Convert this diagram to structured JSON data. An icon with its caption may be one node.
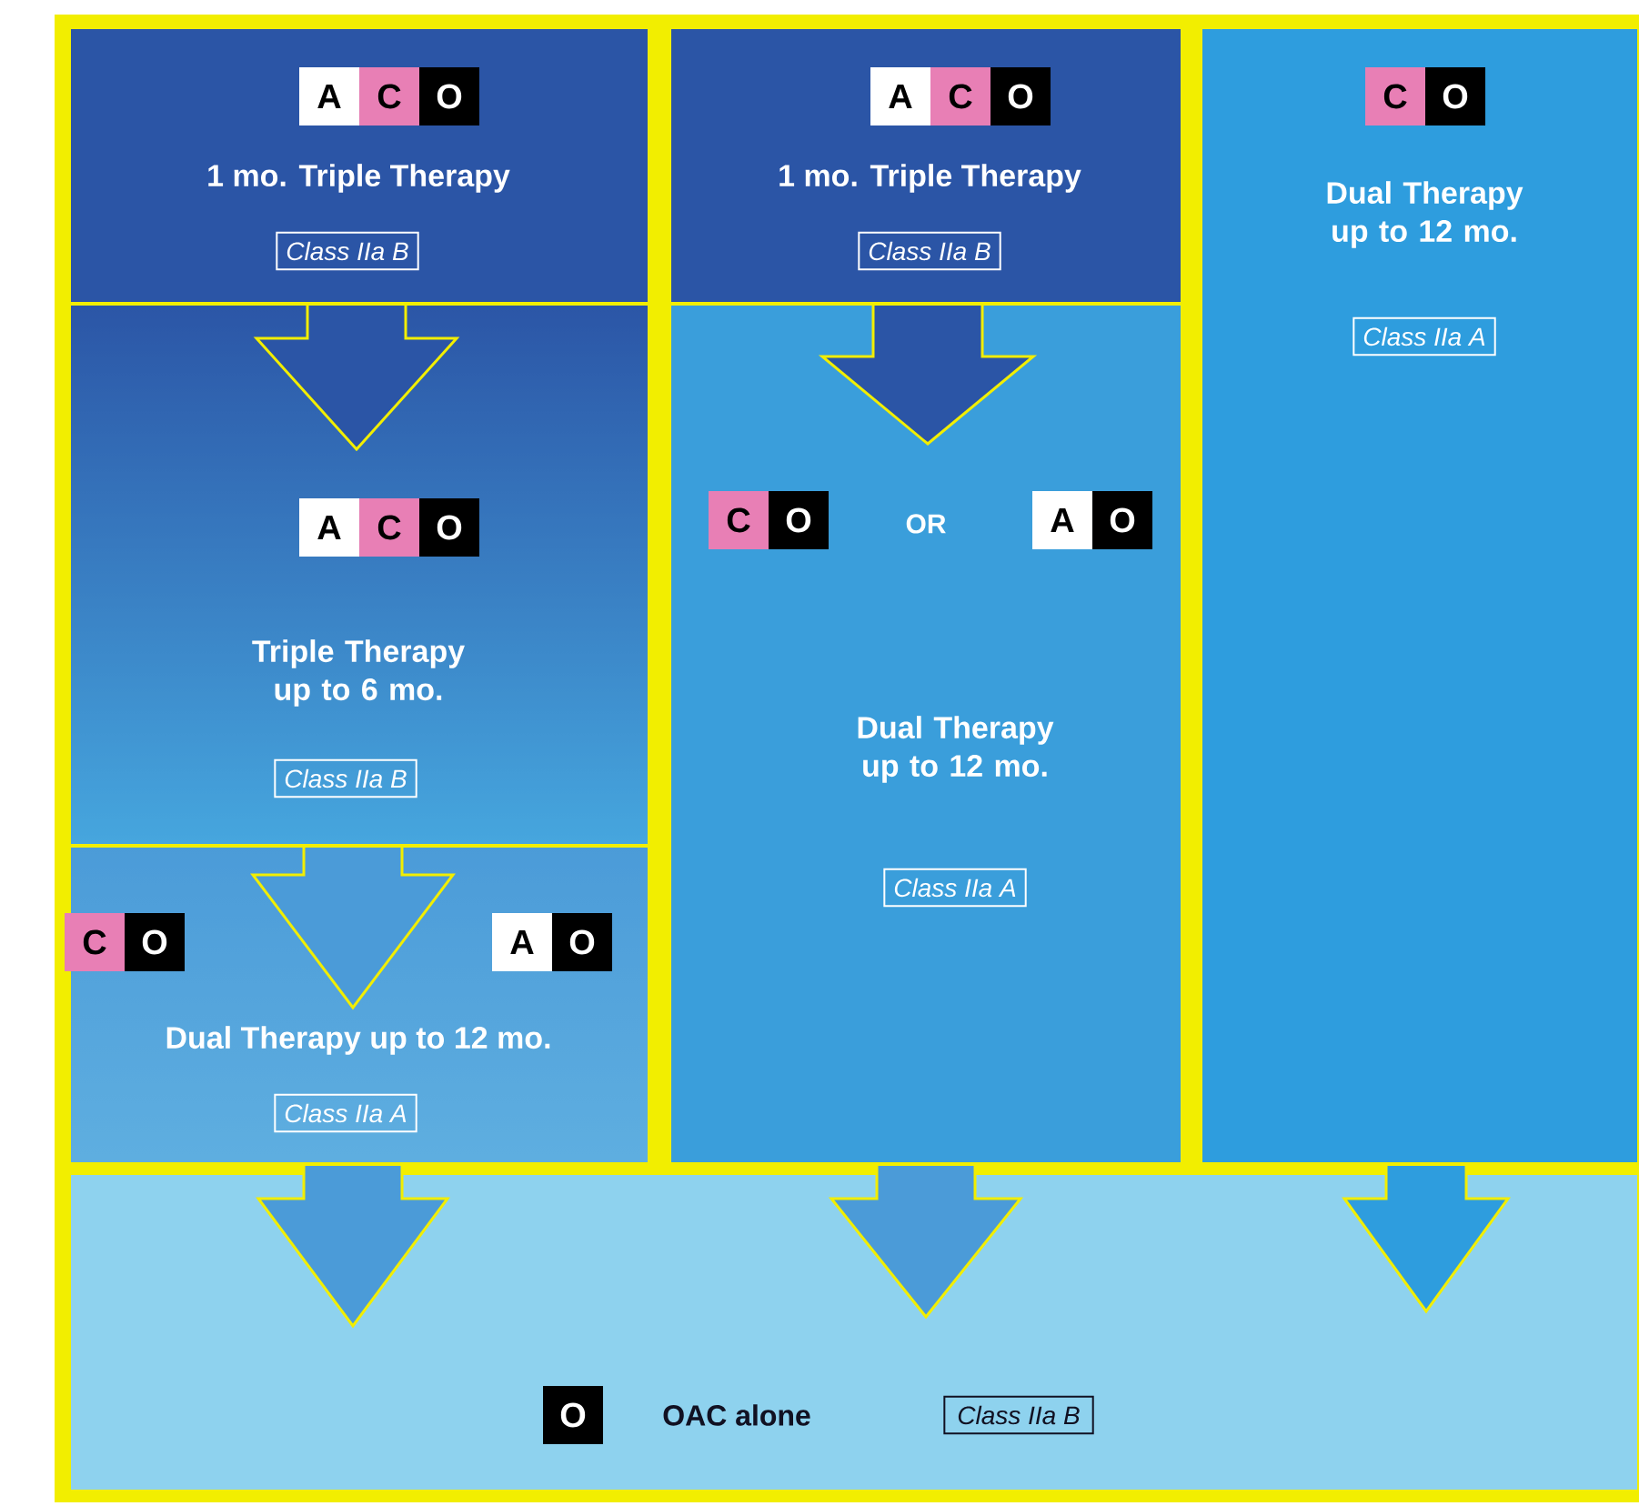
{
  "diagram": {
    "nodes": [
      {
        "text": [
          "A",
          "C",
          "O",
          "1 mo. Triple Therapy",
          "Class IIa B"
        ]
      },
      {
        "text": [
          "A",
          "C",
          "O",
          "Triple Therapy up to 6 mo.",
          "Class IIa B"
        ]
      },
      {
        "text": [
          "C",
          "O",
          "A",
          "O",
          "Dual Therapy up to 12 mo.",
          "Class IIa A"
        ]
      },
      {
        "text": [
          "A",
          "C",
          "O",
          "1 mo. Triple Therapy",
          "Class IIa B"
        ]
      },
      {
        "text": [
          "C",
          "O",
          "OR",
          "A",
          "O",
          "Dual Therapy up to 12 mo.",
          "Class IIa A"
        ]
      },
      {
        "text": [
          "C",
          "O",
          "Dual Therapy up to 12 mo.",
          "Class IIa A"
        ]
      },
      {
        "text": [
          "O",
          "OAC alone",
          "Class IIa B"
        ]
      }
    ],
    "edges": [
      {
        "from": 0,
        "to": 1,
        "arrow": "to"
      },
      {
        "from": 1,
        "to": 2,
        "arrow": "to"
      },
      {
        "from": 3,
        "to": 4,
        "arrow": "to"
      },
      {
        "from": 2,
        "to": 6,
        "arrow": "to"
      },
      {
        "from": 4,
        "to": 6,
        "arrow": "to"
      },
      {
        "from": 5,
        "to": 6,
        "arrow": "to"
      }
    ]
  }
}
